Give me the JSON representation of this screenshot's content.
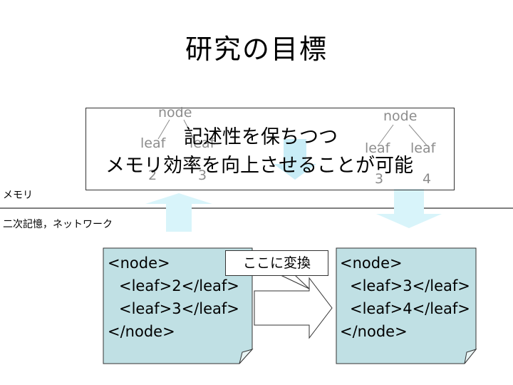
{
  "title": "研究の目標",
  "goal": {
    "line1": "記述性を保ちつつ",
    "line2": "メモリ効率を向上させることが可能"
  },
  "left_tree": {
    "root": "node",
    "leaf_a": "leaf",
    "leaf_b": "leaf",
    "value_a": "2",
    "value_b": "3"
  },
  "right_tree": {
    "root": "node",
    "leaf_a": "leaf",
    "leaf_b": "leaf",
    "value_a": "3",
    "value_b": "4"
  },
  "layers": {
    "memory": "メモリ",
    "storage": "二次記憶，ネットワーク"
  },
  "left_xml": {
    "open": "<node>",
    "leaf_1": "<leaf>2</leaf>",
    "leaf_2": "<leaf>3</leaf>",
    "close": "</node>"
  },
  "right_xml": {
    "open": "<node>",
    "leaf_1": "<leaf>3</leaf>",
    "leaf_2": "<leaf>4</leaf>",
    "close": "</node>"
  },
  "convert_label": "ここに変換",
  "colors": {
    "doc_fill": "#c0e0e4",
    "arrow_fill": "#c8ecf6",
    "arrow_fill_light": "#d8f4fa",
    "tree_text": "#8c8c8c"
  }
}
